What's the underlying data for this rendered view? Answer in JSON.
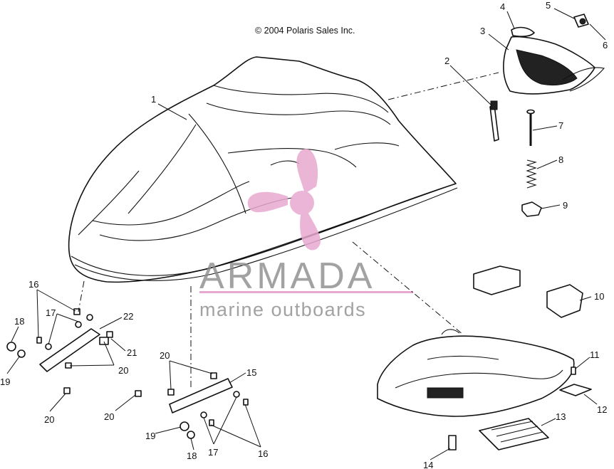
{
  "copyright": "© 2004 Polaris Sales Inc.",
  "watermark": {
    "brand": "ARMADA",
    "tagline": "marine outboards",
    "logo_color": "#e7a9cf",
    "text_color": "#8c8c8c",
    "rule_color": "#e7a9cf"
  },
  "callouts": [
    {
      "id": "c1",
      "text": "1"
    },
    {
      "id": "c2",
      "text": "2"
    },
    {
      "id": "c3",
      "text": "3"
    },
    {
      "id": "c4",
      "text": "4"
    },
    {
      "id": "c5",
      "text": "5"
    },
    {
      "id": "c6",
      "text": "6"
    },
    {
      "id": "c7",
      "text": "7"
    },
    {
      "id": "c8",
      "text": "8"
    },
    {
      "id": "c9",
      "text": "9"
    },
    {
      "id": "c10",
      "text": "10"
    },
    {
      "id": "c11",
      "text": "11"
    },
    {
      "id": "c12",
      "text": "12"
    },
    {
      "id": "c13",
      "text": "13"
    },
    {
      "id": "c14",
      "text": "14"
    },
    {
      "id": "c15",
      "text": "15"
    },
    {
      "id": "c16a",
      "text": "16"
    },
    {
      "id": "c16b",
      "text": "16"
    },
    {
      "id": "c17a",
      "text": "17"
    },
    {
      "id": "c17b",
      "text": "17"
    },
    {
      "id": "c18a",
      "text": "18"
    },
    {
      "id": "c18b",
      "text": "18"
    },
    {
      "id": "c19a",
      "text": "19"
    },
    {
      "id": "c19b",
      "text": "19"
    },
    {
      "id": "c20a",
      "text": "20"
    },
    {
      "id": "c20b",
      "text": "20"
    },
    {
      "id": "c20c",
      "text": "20"
    },
    {
      "id": "c20d",
      "text": "20"
    },
    {
      "id": "c21",
      "text": "21"
    },
    {
      "id": "c22",
      "text": "22"
    }
  ]
}
